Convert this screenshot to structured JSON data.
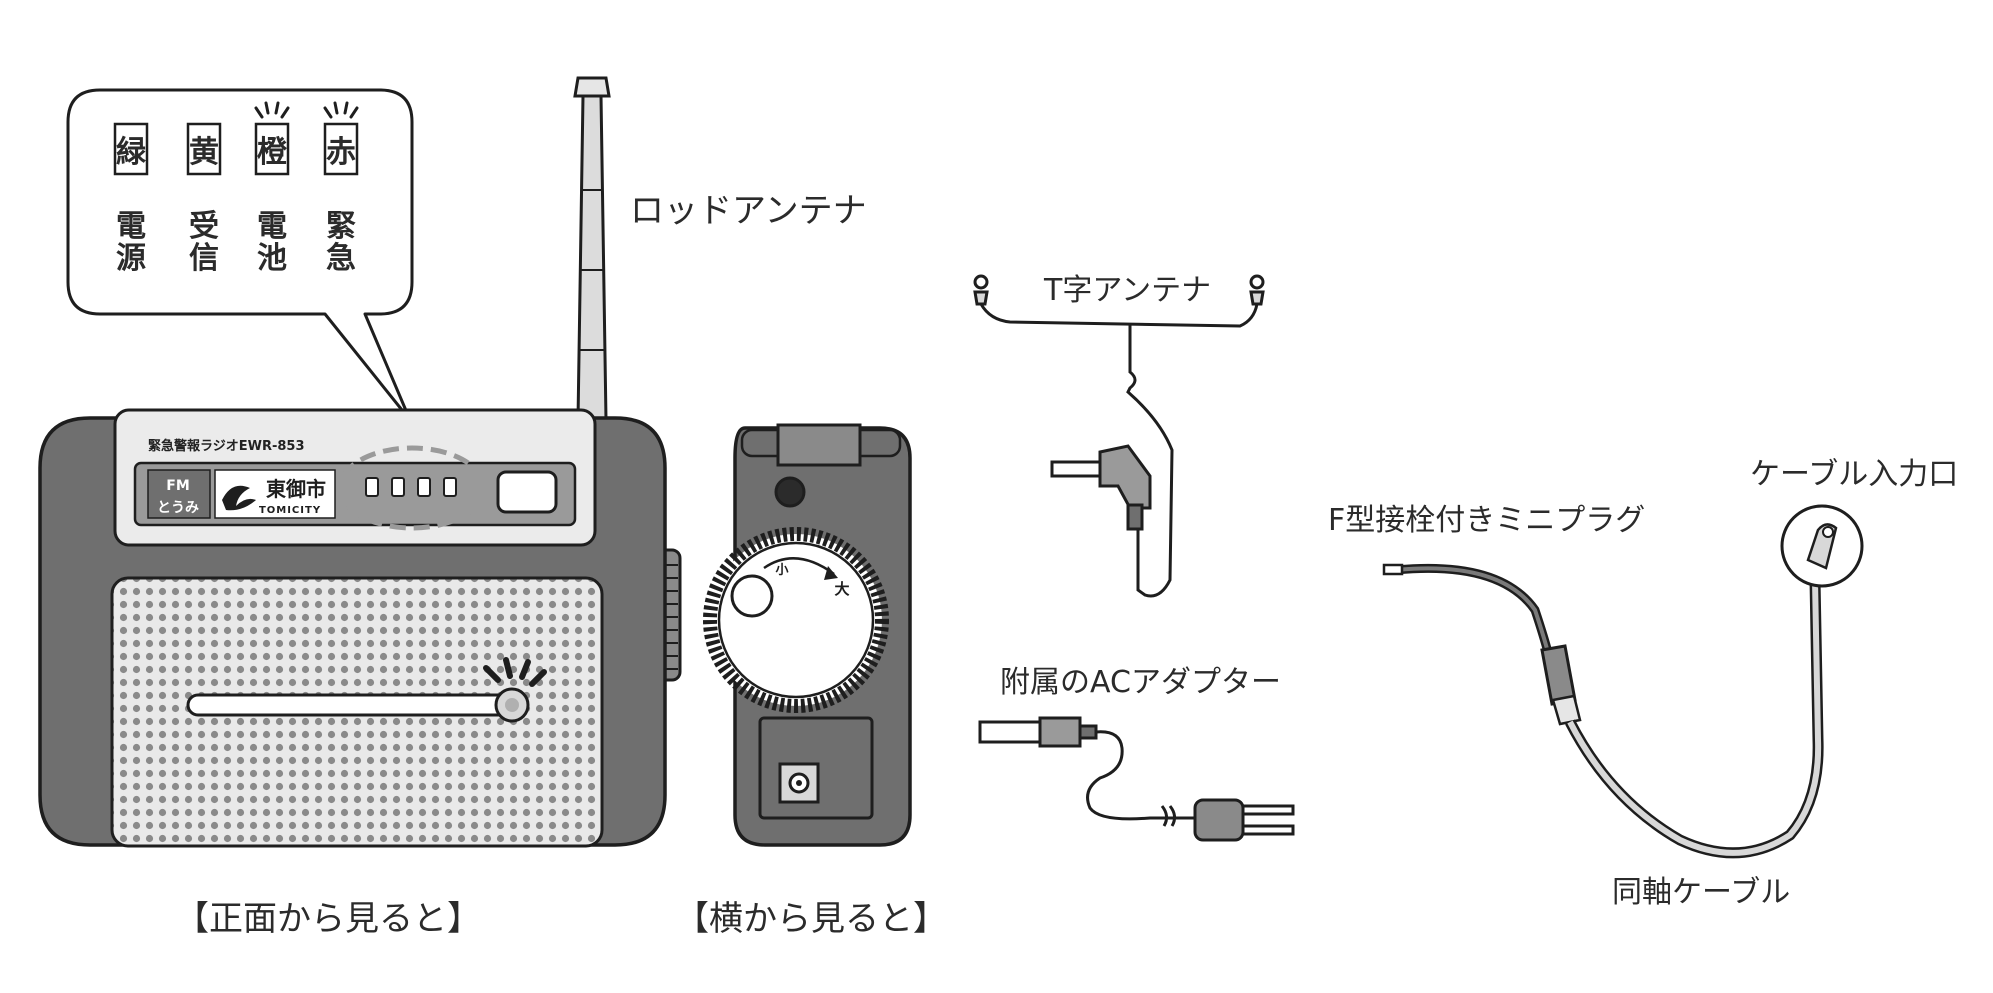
{
  "labels": {
    "rod_antenna": "ロッドアンテナ",
    "t_antenna": "T字アンテナ",
    "ac_adapter": "附属のACアダプター",
    "f_plug": "F型接栓付きミニプラグ",
    "cable_input": "ケーブル入力口",
    "coax_cable": "同軸ケーブル",
    "front_view": "【正面から見ると】",
    "side_view": "【横から見ると】"
  },
  "indicators": [
    {
      "color": "緑",
      "function_line1": "電",
      "function_line2": "源",
      "blinking": false
    },
    {
      "color": "黄",
      "function_line1": "受",
      "function_line2": "信",
      "blinking": false
    },
    {
      "color": "橙",
      "function_line1": "電",
      "function_line2": "池",
      "blinking": true
    },
    {
      "color": "赤",
      "function_line1": "緊",
      "function_line2": "急",
      "blinking": true
    }
  ],
  "radio": {
    "model": "緊急警報ラジオEWR-853",
    "city_name": "東御市",
    "city_romaji": "TOMICITY",
    "fm_logo_top": "FM",
    "fm_logo_bottom": "とうみ",
    "volume_low": "小",
    "volume_high": "大"
  },
  "colors": {
    "body": "#6f6f6f",
    "outline": "#1e1e1e",
    "panel": "#ebebeb",
    "grille": "#e9e9e9",
    "highlight": "#9a9a9a",
    "cable_light": "#d8d8d8"
  }
}
